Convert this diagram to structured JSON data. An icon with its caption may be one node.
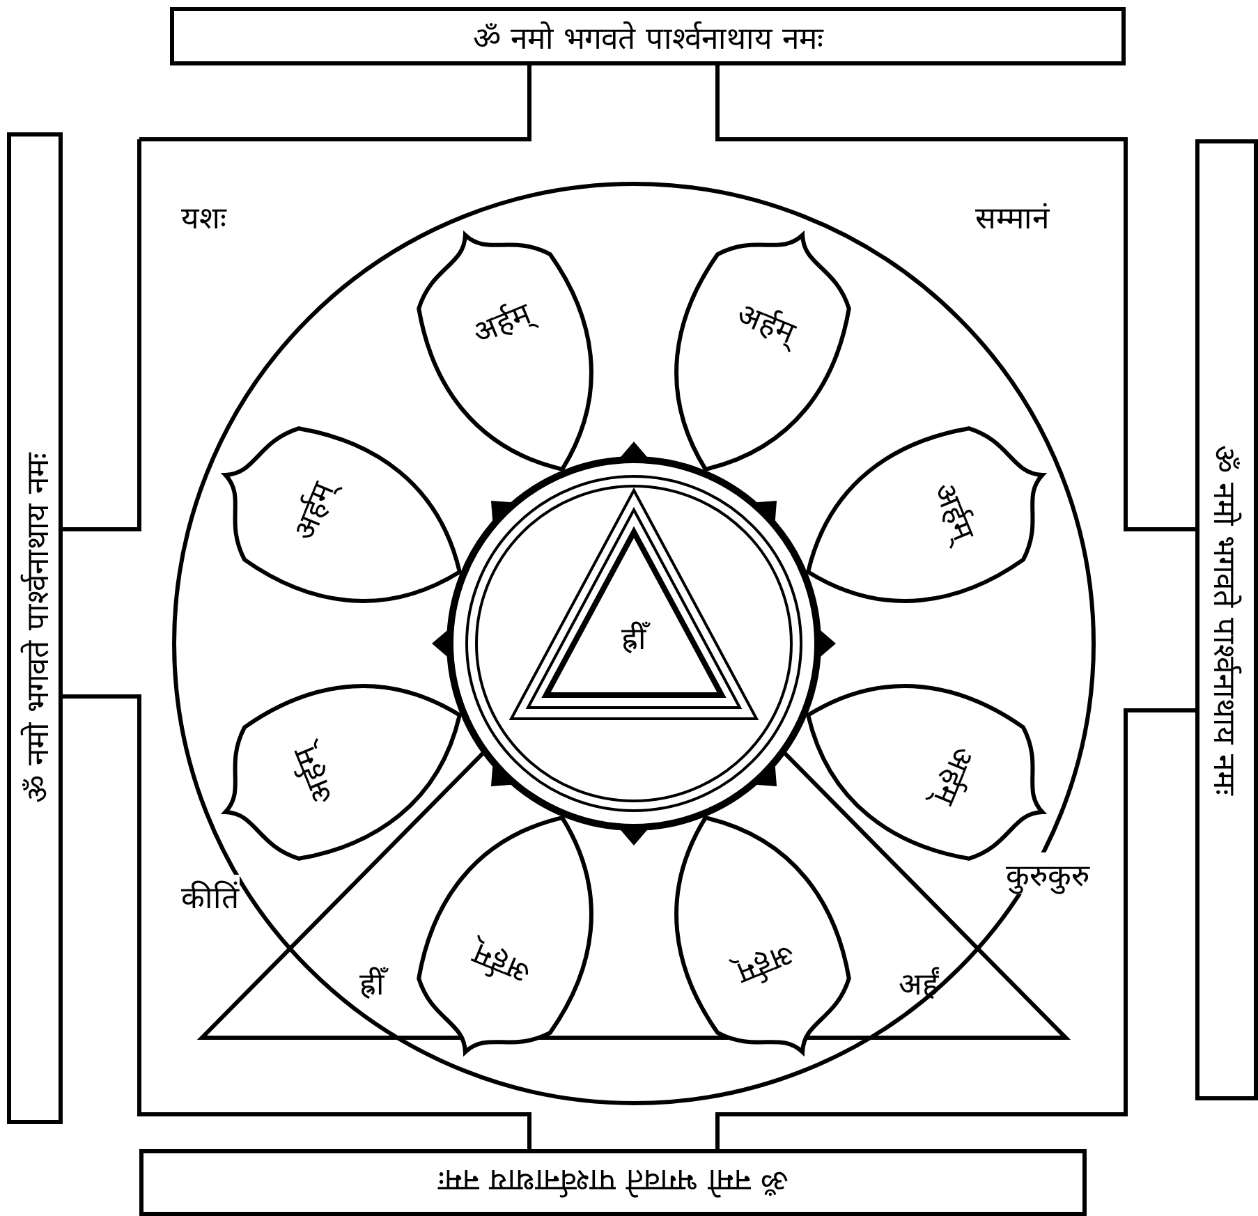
{
  "diagram": {
    "nodes": [
      {
        "text": [
          "ॐ नमो भगवते पार्श्वनाथाय नमः"
        ]
      },
      {
        "text": [
          "ॐ नमो भगवते पार्श्वनाथाय नमः"
        ]
      },
      {
        "text": [
          "ॐ नमो भगवते पार्श्वनाथाय नमः"
        ]
      },
      {
        "text": [
          "ॐ नमो भगवते पार्श्वनाथाय नमः"
        ]
      },
      {
        "text": [
          "अर्हम्"
        ]
      },
      {
        "text": [
          "अर्हम्"
        ]
      },
      {
        "text": [
          "अर्हम्"
        ]
      },
      {
        "text": [
          "अर्हम्"
        ]
      },
      {
        "text": [
          "अर्हम्"
        ]
      },
      {
        "text": [
          "अर्हम्"
        ]
      },
      {
        "text": [
          "अर्हम्"
        ]
      },
      {
        "text": [
          "अर्हम्"
        ]
      },
      {
        "text": [
          "ह्रीँ"
        ]
      },
      {
        "text": [
          "ह्रीँ",
          "अर्हं"
        ]
      }
    ],
    "edges": [],
    "labels": [
      "यशः",
      "सम्मानं",
      "कीतिं",
      "कुरुकुरु"
    ]
  }
}
